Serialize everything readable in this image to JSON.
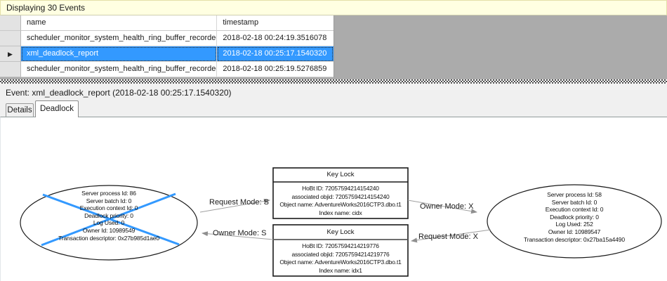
{
  "header": {
    "title": "Displaying 30 Events"
  },
  "grid": {
    "columns": [
      "name",
      "timestamp"
    ],
    "rows": [
      {
        "name": "scheduler_monitor_system_health_ring_buffer_recorded",
        "timestamp": "2018-02-18 00:24:19.3516078",
        "selected": false
      },
      {
        "name": "xml_deadlock_report",
        "timestamp": "2018-02-18 00:25:17.1540320",
        "selected": true
      },
      {
        "name": "scheduler_monitor_system_health_ring_buffer_recorded",
        "timestamp": "2018-02-18 00:25:19.5276859",
        "selected": false
      }
    ],
    "current_row_indicator": "▶"
  },
  "event_bar": {
    "label": "Event: xml_deadlock_report (2018-02-18 00:25:17.1540320)"
  },
  "tabs": [
    {
      "label": "Details",
      "active": false
    },
    {
      "label": "Deadlock",
      "active": true
    }
  ],
  "graph": {
    "process_left": {
      "victim": true,
      "lines": [
        "Server process Id: 86",
        "Server batch Id: 0",
        "Execution context Id: 0",
        "Deadlock priority: 0",
        "Log Used: 0",
        "Owner Id: 10989549",
        "Transaction descriptor: 0x27b985d1ae0"
      ]
    },
    "process_right": {
      "victim": false,
      "lines": [
        "Server process Id: 58",
        "Server batch Id: 0",
        "Execution context Id: 0",
        "Deadlock priority: 0",
        "Log Used: 252",
        "Owner Id: 10989547",
        "Transaction descriptor: 0x27ba15a4490"
      ]
    },
    "resource_top": {
      "title": "Key Lock",
      "lines": [
        "HoBt ID: 72057594214154240",
        "associated objid: 72057594214154240",
        "Object name: AdventureWorks2016CTP3.dbo.t1",
        "Index name: cidx"
      ]
    },
    "resource_bottom": {
      "title": "Key Lock",
      "lines": [
        "HoBt ID: 72057594214219776",
        "associated objid: 72057594214219776",
        "Object name: AdventureWorks2016CTP3.dbo.t1",
        "Index name: idx1"
      ]
    },
    "edges": [
      {
        "label": "Request Mode: S",
        "from": "process_left",
        "to": "resource_top"
      },
      {
        "label": "Owner Mode: S",
        "from": "resource_bottom",
        "to": "process_left"
      },
      {
        "label": "Owner Mode: X",
        "from": "resource_top",
        "to": "process_right"
      },
      {
        "label": "Request Mode: X",
        "from": "process_right",
        "to": "resource_bottom"
      }
    ]
  },
  "colors": {
    "selection_blue": "#3399ff",
    "victim_cross_blue": "#3399ff",
    "count_band_bg": "#ffffe1",
    "grid_void_gray": "#ababab",
    "chrome_gray": "#f0f0f0"
  }
}
